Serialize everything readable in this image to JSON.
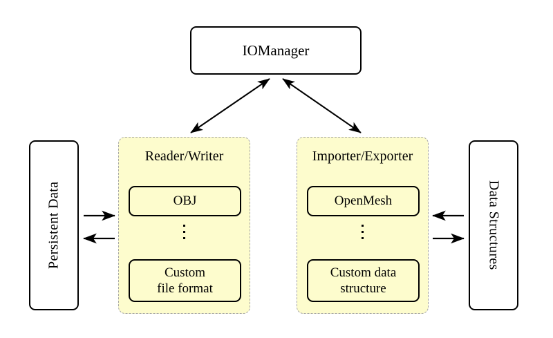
{
  "diagram": {
    "title_node": "IOManager",
    "left_endpoint": "Persistent Data",
    "right_endpoint": "Data Structures",
    "groups": [
      {
        "title": "Reader/Writer",
        "top_item": "OBJ",
        "ellipsis": "⋮",
        "bottom_item_line1": "Custom",
        "bottom_item_line2": "file format"
      },
      {
        "title": "Importer/Exporter",
        "top_item": "OpenMesh",
        "ellipsis": "⋮",
        "bottom_item_line1": "Custom data",
        "bottom_item_line2": "structure"
      }
    ],
    "connections": [
      {
        "name": "iomanager-to-reader-writer",
        "style": "double-headed"
      },
      {
        "name": "iomanager-to-importer-exporter",
        "style": "double-headed"
      },
      {
        "name": "persistent-data-to-reader-writer",
        "style": "single-right"
      },
      {
        "name": "reader-writer-to-persistent-data",
        "style": "single-left"
      },
      {
        "name": "data-structures-to-importer-exporter",
        "style": "single-left"
      },
      {
        "name": "importer-exporter-to-data-structures",
        "style": "single-right"
      }
    ],
    "colors": {
      "group_fill": "#fdfccd",
      "group_border": "#a3a3a3",
      "node_border": "#000000",
      "node_fill": "#ffffff",
      "background": "#ffffff",
      "arrow": "#000000"
    }
  }
}
